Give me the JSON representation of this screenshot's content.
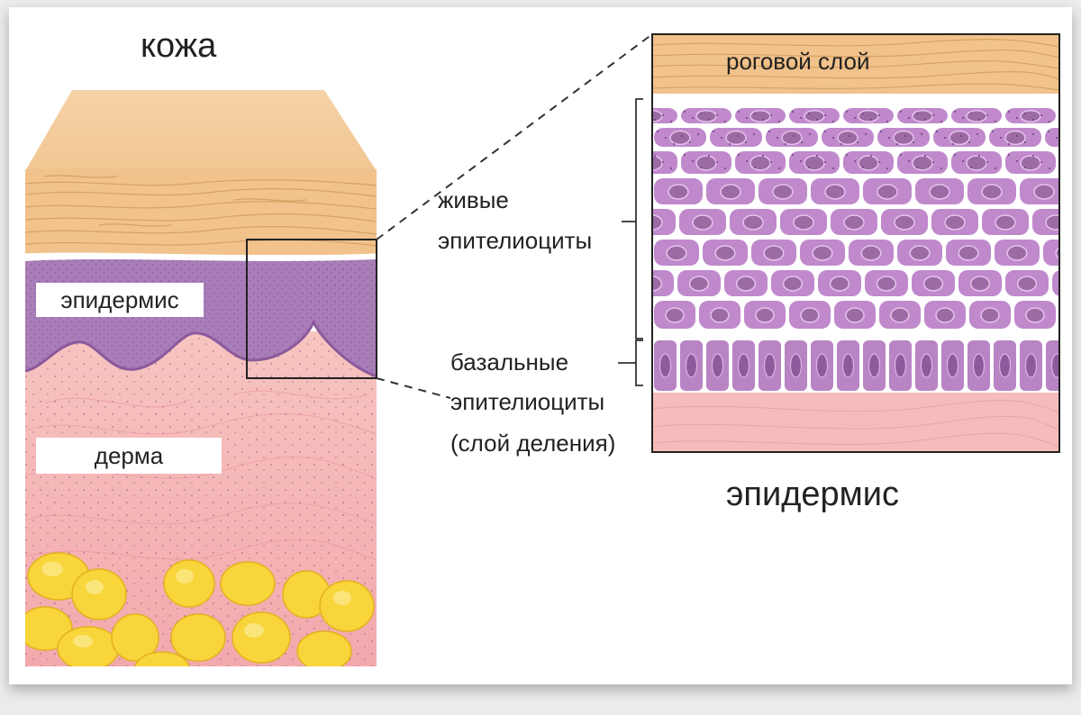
{
  "labels": {
    "skin_title": "кожа",
    "epidermis_left": "эпидермис",
    "dermis": "дерма",
    "stratum_corneum": "роговой слой",
    "living_line1": "живые",
    "living_line2": "эпителиоциты",
    "basal_line1": "базальные",
    "basal_line2": "эпителиоциты",
    "basal_line3": "(слой деления)",
    "epidermis_bottom": "эпидермис"
  },
  "colors": {
    "stratum_corneum": "#f3c892",
    "epidermis": "#a77bb5",
    "dermis": "#f4b3b3",
    "fat": "#f7d33a",
    "cell_fill": "#c089cc",
    "cell_nucleus": "#9c6ba6"
  }
}
